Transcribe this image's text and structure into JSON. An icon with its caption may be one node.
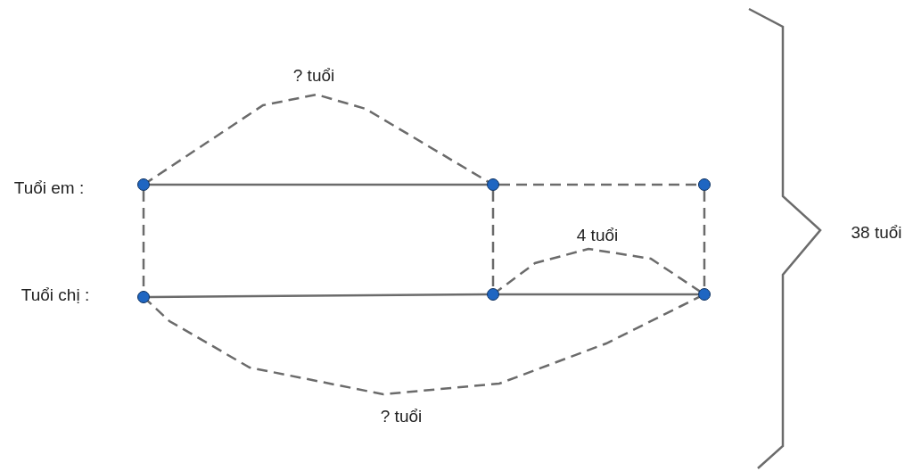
{
  "diagram": {
    "nodes": [
      {
        "text": [],
        "shape": "circle"
      },
      {
        "text": [],
        "shape": "circle"
      },
      {
        "text": [],
        "shape": "circle"
      },
      {
        "text": [],
        "shape": "circle"
      },
      {
        "text": [],
        "shape": "circle"
      },
      {
        "text": [],
        "shape": "circle"
      }
    ],
    "edges": [
      {
        "from": 0,
        "to": 1,
        "arrow": "none"
      },
      {
        "from": 1,
        "to": 2,
        "arrow": "none",
        "style": "dashed"
      },
      {
        "from": 0,
        "to": 3,
        "arrow": "none",
        "style": "dashed"
      },
      {
        "from": 1,
        "to": 4,
        "arrow": "none",
        "style": "dashed"
      },
      {
        "from": 2,
        "to": 5,
        "arrow": "none",
        "style": "dashed"
      },
      {
        "from": 3,
        "to": 4,
        "arrow": "none"
      },
      {
        "from": 4,
        "to": 5,
        "arrow": "none"
      }
    ],
    "labels": [
      "? tuổi",
      "Tuổi em :",
      "38 tuổi",
      "4 tuổi",
      "Tuổi chị :",
      "? tuổi"
    ]
  }
}
